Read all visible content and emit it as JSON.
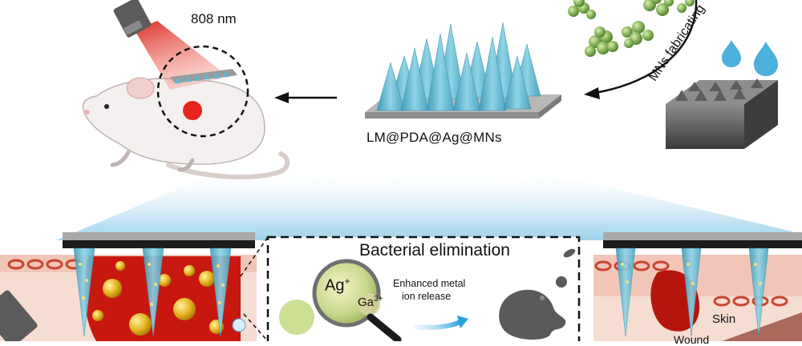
{
  "labels": {
    "wavelength": "808 nm",
    "microneedle_patch": "LM@PDA@Ag@MNs",
    "fabrication": "MNs fabricating",
    "inset_title": "Bacterial elimination",
    "enhanced_line1": "Enhanced metal",
    "enhanced_line2": "ion release",
    "skin": "Skin",
    "wound": "Wound"
  },
  "ions": {
    "silver": "Ag",
    "silver_charge": "+",
    "gallium": "Ga",
    "gallium_charge": "3+"
  },
  "colors": {
    "laser_red": "#e8231d",
    "needle_blue": "#5fb7cf",
    "particle_green": "#7fae55",
    "patch_gray": "#a9a9a9",
    "bacteria_gray": "#5a5a5a",
    "tissue_pink": "#f1c6b8",
    "wound_red": "#c8170f"
  }
}
